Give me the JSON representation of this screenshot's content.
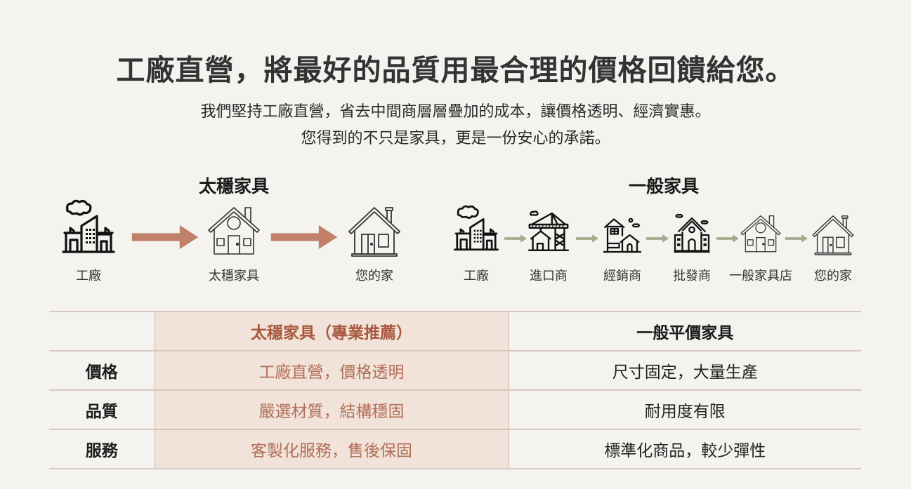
{
  "headline": "工廠直營，將最好的品質用最合理的價格回饋給您。",
  "subtitle": {
    "line1": "我們堅持工廠直營，省去中間商層層疊加的成本，讓價格透明、經濟實惠。",
    "line2": "您得到的不只是家具，更是一份安心的承諾。"
  },
  "colors": {
    "brand_arrow": "#c0806a",
    "general_arrow": "#a3ad8e",
    "highlight_bg": "#f1e2da",
    "highlight_text": "#b06f56",
    "background": "#f5f3ef"
  },
  "flow_direct": {
    "title": "太穩家具",
    "nodes": [
      {
        "label": "工廠",
        "icon": "factory-icon"
      },
      {
        "label": "太穩家具",
        "icon": "store-house-icon"
      },
      {
        "label": "您的家",
        "icon": "home-icon"
      }
    ]
  },
  "flow_general": {
    "title": "一般家具",
    "nodes": [
      {
        "label": "工廠",
        "icon": "factory-icon"
      },
      {
        "label": "進口商",
        "icon": "importer-crane-icon"
      },
      {
        "label": "經銷商",
        "icon": "distributor-house-icon"
      },
      {
        "label": "批發商",
        "icon": "wholesaler-building-icon"
      },
      {
        "label": "一般家具店",
        "icon": "store-house-icon"
      },
      {
        "label": "您的家",
        "icon": "home-icon"
      }
    ]
  },
  "comparison": {
    "headers": [
      "",
      "太穩家具（專業推薦）",
      "一般平價家具"
    ],
    "rows": [
      {
        "label": "價格",
        "ours": "工廠直營，價格透明",
        "general": "尺寸固定，大量生產"
      },
      {
        "label": "品質",
        "ours": "嚴選材質，結構穩固",
        "general": "耐用度有限"
      },
      {
        "label": "服務",
        "ours": "客製化服務，售後保固",
        "general": "標準化商品，較少彈性"
      }
    ]
  }
}
